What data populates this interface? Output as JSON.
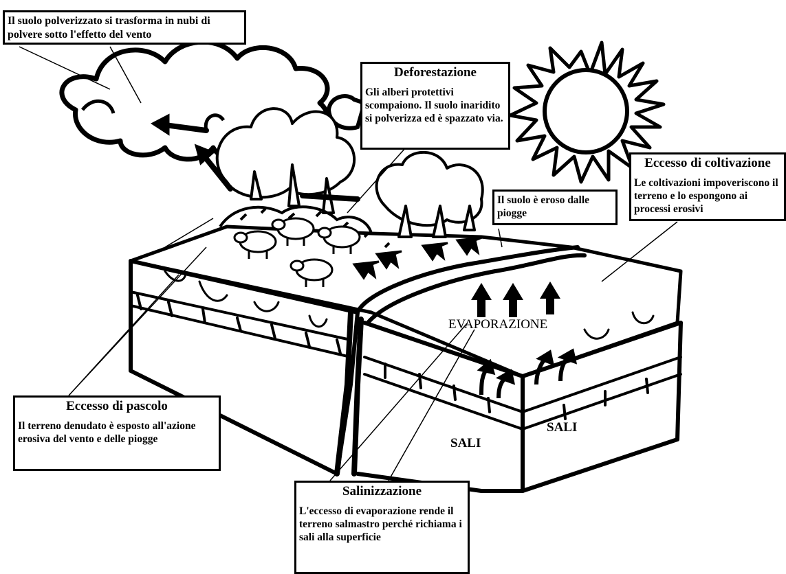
{
  "callouts": {
    "dust": {
      "body": "Il suolo polverizzato si trasforma in nubi di polvere sotto l'effetto del vento"
    },
    "deforestation": {
      "title": "Deforestazione",
      "body": "Gli alberi protettivi scompaiono. Il suolo inaridito si polverizza ed è spazzato via."
    },
    "overcultivation": {
      "title": "Eccesso di coltivazione",
      "body": "Le coltivazioni impoveriscono il terreno e lo espongono ai processi erosivi"
    },
    "rain_erosion": {
      "body": "Il suolo è eroso dalle piogge"
    },
    "overgrazing": {
      "title": "Eccesso di pascolo",
      "body": "Il terreno denudato è esposto all'azione erosiva del vento e delle piogge"
    },
    "salinization": {
      "title": "Salinizzazione",
      "body": "L'eccesso di evaporazione rende il terreno salmastro perché richiama i sali alla superficie"
    }
  },
  "labels": {
    "evaporation": "EVAPORAZIONE",
    "salts_left": "SALI",
    "salts_right": "SALI"
  }
}
